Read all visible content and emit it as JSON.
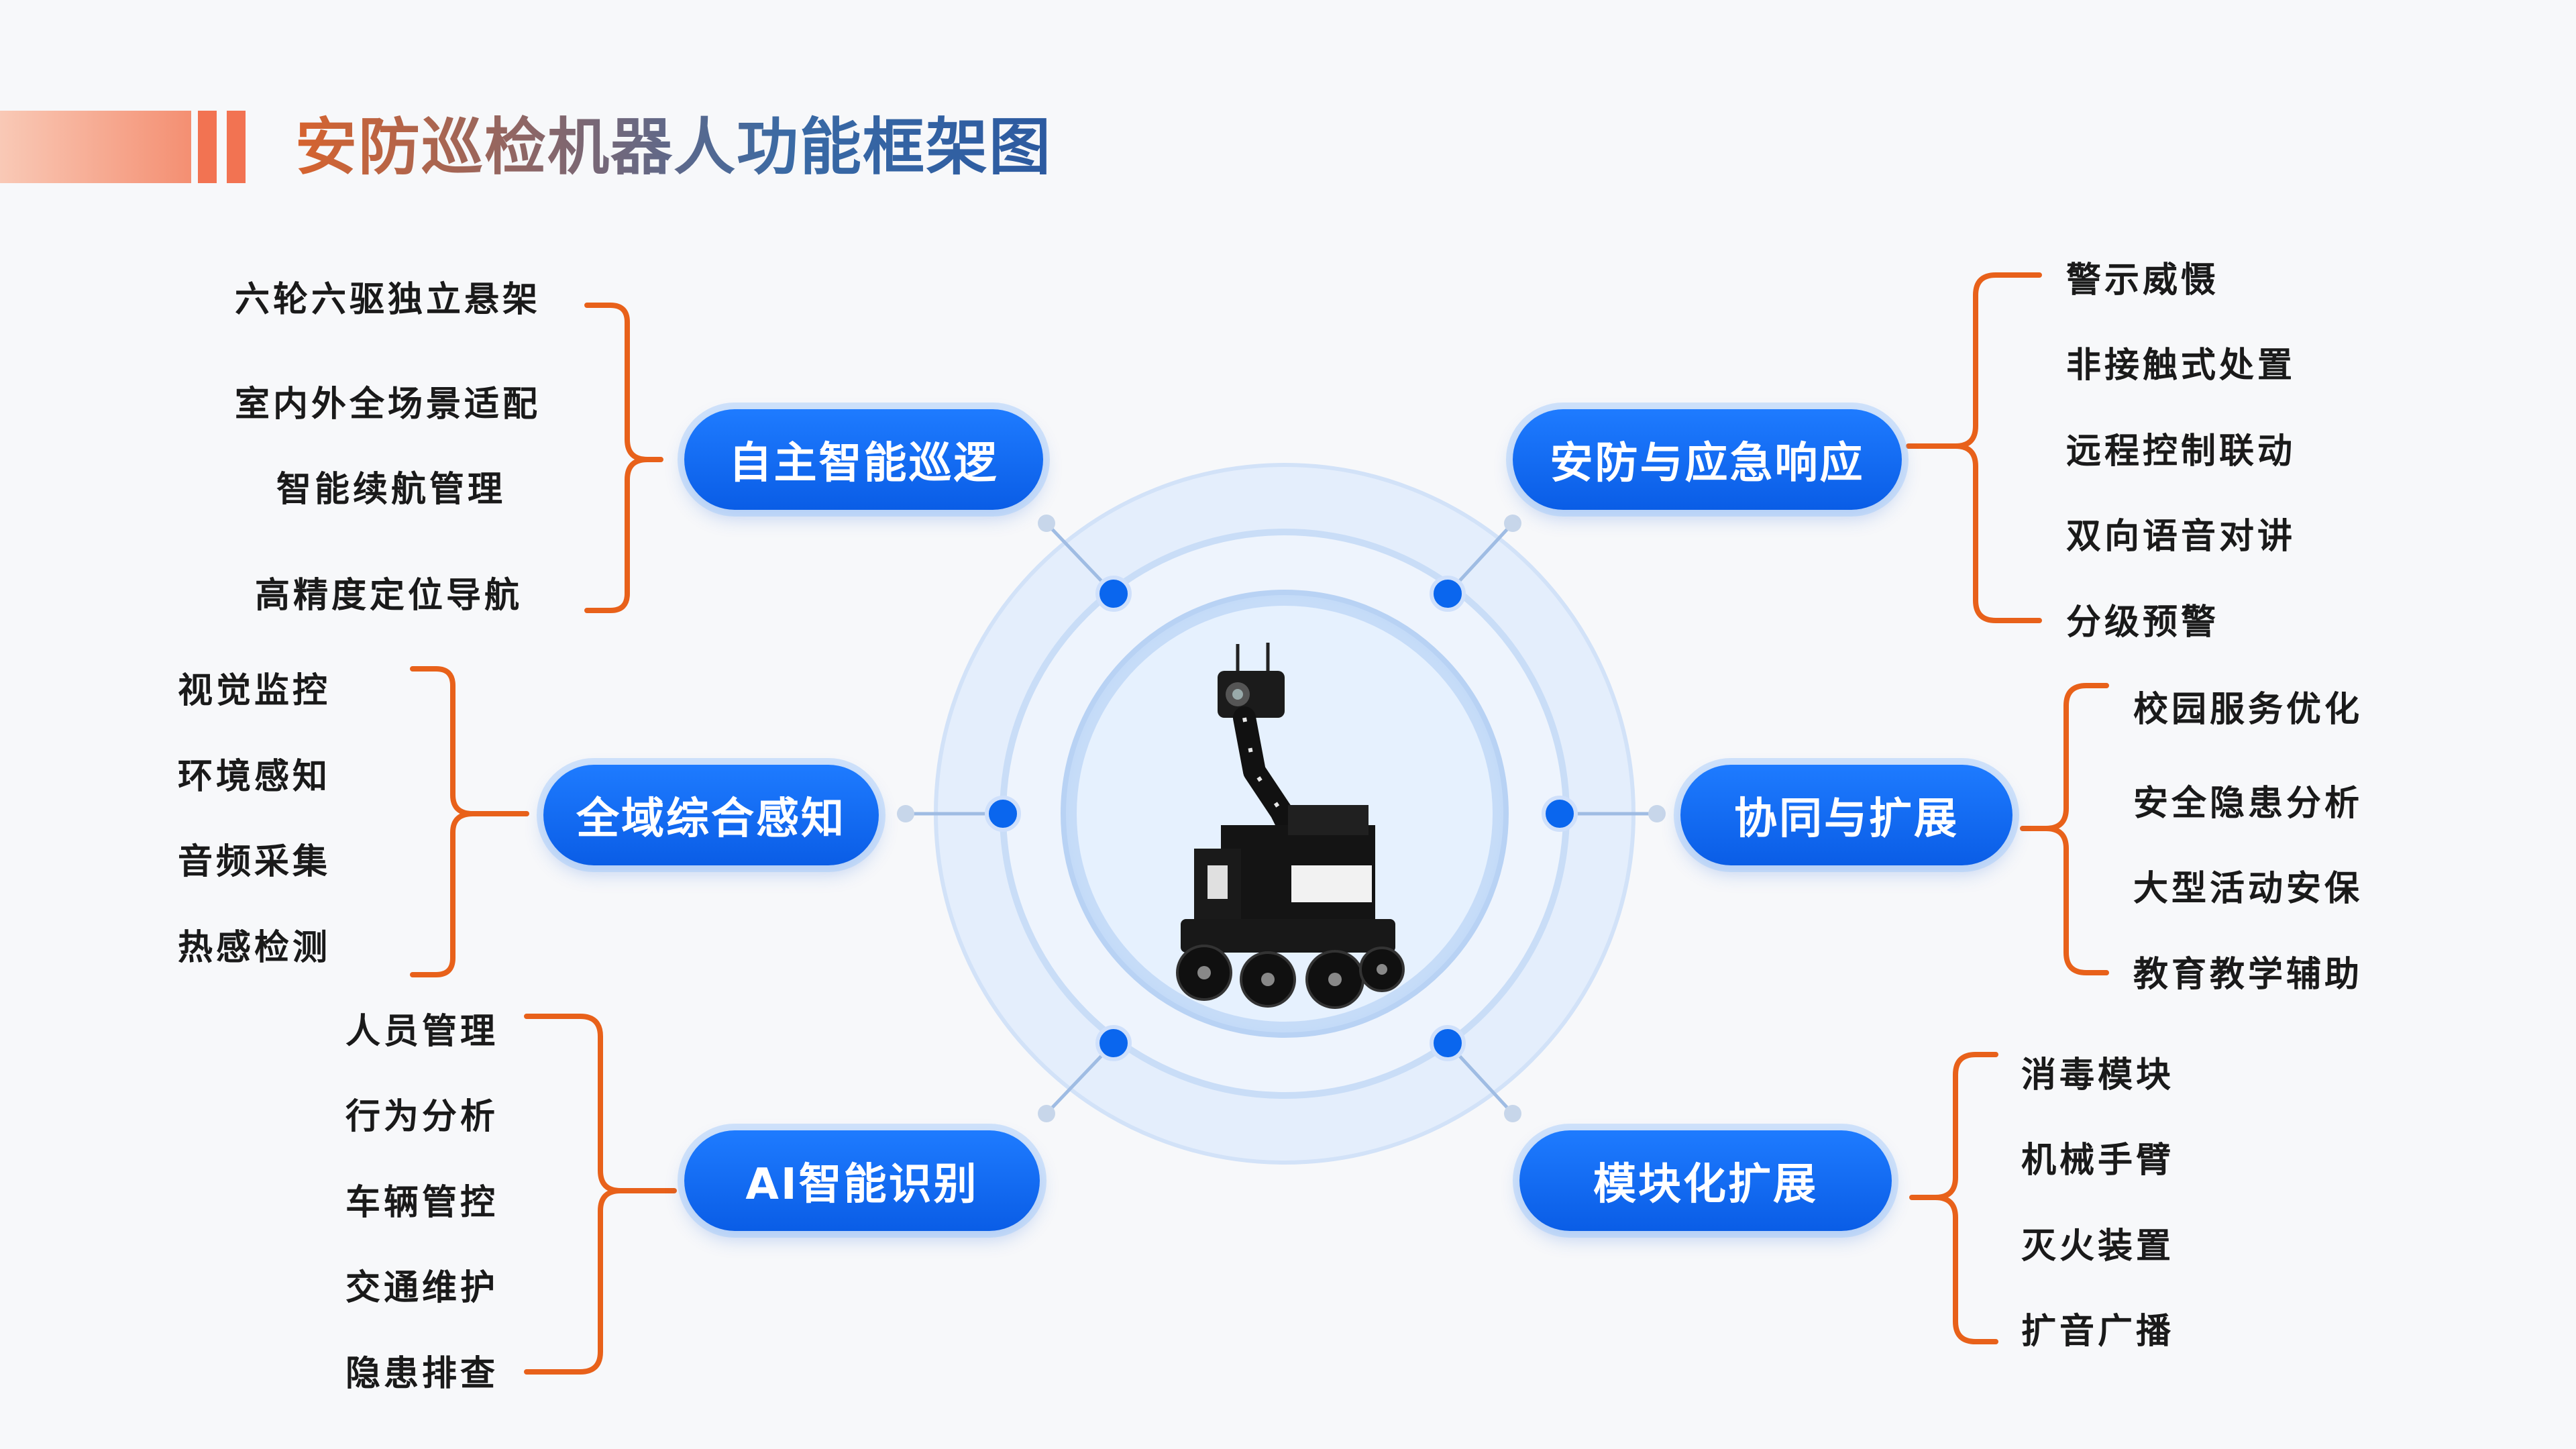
{
  "title": "安防巡检机器人功能框架图",
  "modules": [
    {
      "label": "自主智能巡逻",
      "items": [
        "六轮六驱独立悬架",
        "室内外全场景适配",
        "智能续航管理",
        "高精度定位导航"
      ]
    },
    {
      "label": "全域综合感知",
      "items": [
        "视觉监控",
        "环境感知",
        "音频采集",
        "热感检测"
      ]
    },
    {
      "label": "AI智能识别",
      "items": [
        "人员管理",
        "行为分析",
        "车辆管控",
        "交通维护",
        "隐患排查"
      ]
    },
    {
      "label": "安防与应急响应",
      "items": [
        "警示威慑",
        "非接触式处置",
        "远程控制联动",
        "双向语音对讲",
        "分级预警"
      ]
    },
    {
      "label": "协同与扩展",
      "items": [
        "校园服务优化",
        "安全隐患分析",
        "大型活动安保",
        "教育教学辅助"
      ]
    },
    {
      "label": "模块化扩展",
      "items": [
        "消毒模块",
        "机械手臂",
        "灭火装置",
        "扩音广播"
      ]
    }
  ],
  "colors": {
    "accent_orange": "#f27352",
    "pill_blue": "#0a5de6",
    "bracket_orange": "#e8611a",
    "node_blue": "#0a66ee"
  },
  "center_icon": "robot-icon"
}
